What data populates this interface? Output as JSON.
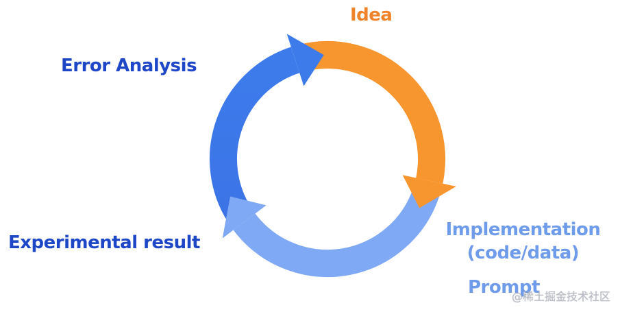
{
  "diagram": {
    "nodes": {
      "idea": "Idea",
      "error_analysis": "Error Analysis",
      "experimental_result": "Experimental result",
      "implementation_line1": "Implementation",
      "implementation_line2": "(code/data)",
      "prompt": "Prompt"
    },
    "watermark": "@稀土掘金技术社区",
    "colors": {
      "idea": "#F7952E",
      "implementation": "#7EA8F3",
      "experimental": "#3F7AE9",
      "label_dark_blue": "#1E47C8",
      "label_orange": "#F0822A",
      "label_light_blue": "#6F9BEB",
      "watermark": "#B8BCC6"
    },
    "icons": {
      "arrow_head": "arrow-head-icon"
    }
  }
}
